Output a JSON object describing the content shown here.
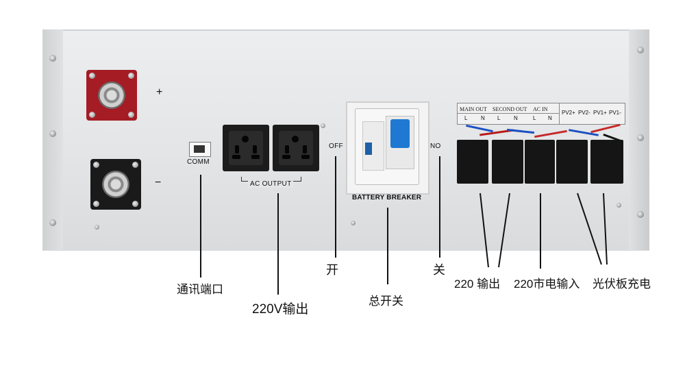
{
  "panel": {
    "terminals": {
      "positive": "+",
      "negative": "−"
    },
    "comm_port": "COMM",
    "ac_output": "AC OUTPUT",
    "breaker": {
      "off": "OFF",
      "on": "NO",
      "name": "BATTERY BREAKER"
    },
    "terminal_strip": {
      "groups": [
        "MAIN OUT",
        "SECOND OUT",
        "AC IN"
      ],
      "ln": [
        "L",
        "N",
        "L",
        "N",
        "L",
        "N"
      ],
      "pv": [
        "PV2+",
        "PV2-",
        "PV1+",
        "PV1-"
      ]
    }
  },
  "annotations": {
    "comm": "通讯端口",
    "ac_out": "220V输出",
    "off": "开",
    "breaker": "总开关",
    "on": "关",
    "out220": "220 输出",
    "mains_in": "220市电输入",
    "pv": "光伏板充电"
  },
  "colors": {
    "panel": "#e3e5e6",
    "positive_plate": "#a51c24",
    "negative_plate": "#1a1a1a",
    "breaker_blue": "#1f78d1"
  }
}
